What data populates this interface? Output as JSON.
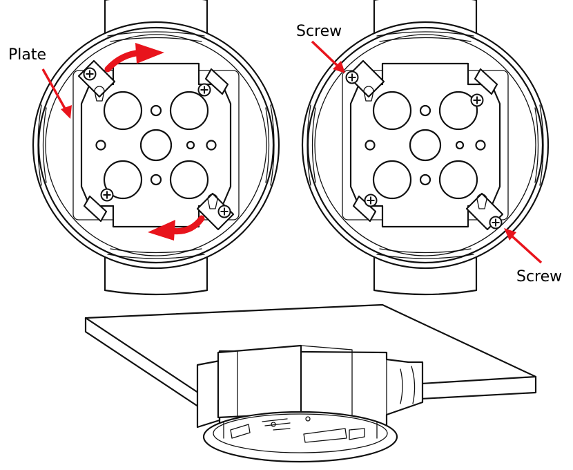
{
  "callouts": {
    "plate": "Plate",
    "screw_top": "Screw",
    "screw_right": "Screw"
  },
  "colors": {
    "arrow": "#e8141c",
    "line": "#111111",
    "background": "#ffffff"
  }
}
